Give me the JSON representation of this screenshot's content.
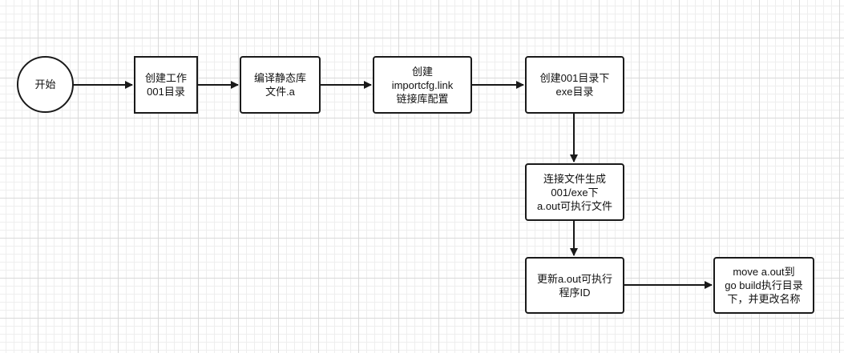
{
  "diagram": {
    "nodes": {
      "start": "开始",
      "create_dir": "创建工作\n001目录",
      "compile_lib": "编译静态库\n文件.a",
      "importcfg": "创建\nimportcfg.link\n链接库配置",
      "exe_dir": "创建001目录下\nexe目录",
      "link": "连接文件生成\n001/exe下\na.out可执行文件",
      "update_id": "更新a.out可执行\n程序ID",
      "move": "move a.out到\ngo build执行目录\n下，并更改名称"
    }
  }
}
